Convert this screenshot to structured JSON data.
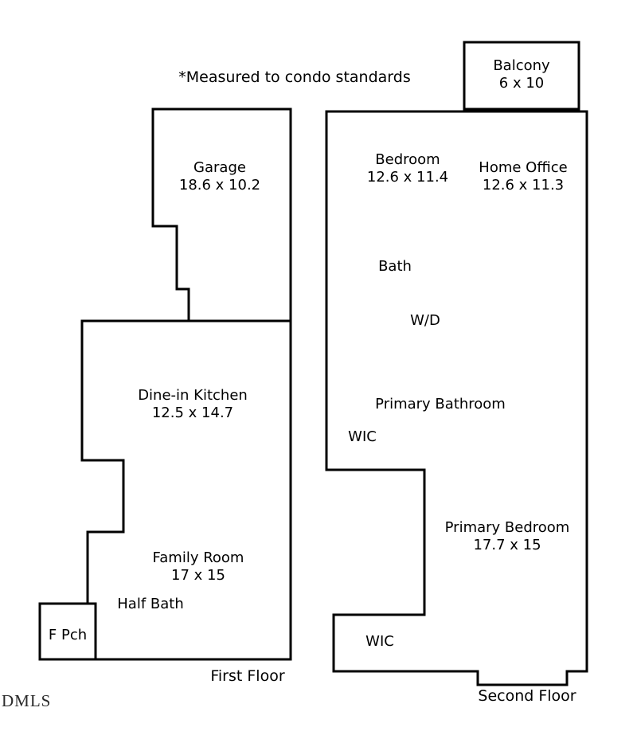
{
  "note": "*Measured to condo standards",
  "watermark": "DMLS",
  "first_floor": {
    "title": "First Floor",
    "rooms": {
      "garage": {
        "name": "Garage",
        "dims": "18.6 x 10.2"
      },
      "kitchen": {
        "name": "Dine-in Kitchen",
        "dims": "12.5 x 14.7"
      },
      "family_room": {
        "name": "Family Room",
        "dims": "17 x 15"
      },
      "half_bath": {
        "name": "Half Bath"
      },
      "front_porch": {
        "name": "F Pch"
      }
    }
  },
  "second_floor": {
    "title": "Second Floor",
    "rooms": {
      "balcony": {
        "name": "Balcony",
        "dims": "6 x 10"
      },
      "bedroom": {
        "name": "Bedroom",
        "dims": "12.6 x 11.4"
      },
      "home_office": {
        "name": "Home Office",
        "dims": "12.6 x 11.3"
      },
      "bath": {
        "name": "Bath"
      },
      "washer_dryer": {
        "name": "W/D"
      },
      "primary_bathroom": {
        "name": "Primary Bathroom"
      },
      "wic_upper": {
        "name": "WIC"
      },
      "primary_bedroom": {
        "name": "Primary Bedroom",
        "dims": "17.7 x 15"
      },
      "wic_lower": {
        "name": "WIC"
      }
    }
  }
}
